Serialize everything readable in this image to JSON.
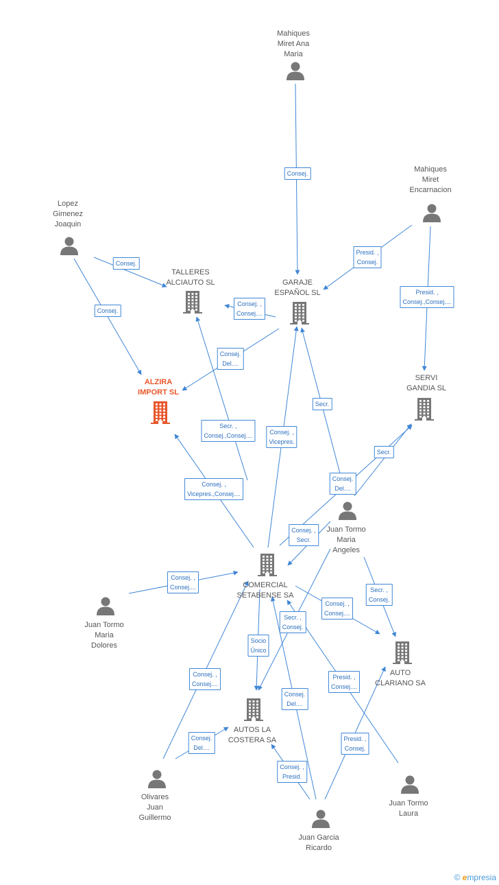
{
  "colors": {
    "edge": "#3f86d6",
    "person": "#777777",
    "company": "#777777",
    "main": "#e8562a",
    "label_text": "#555555",
    "edge_text": "#2c6fbf"
  },
  "nodes": [
    {
      "id": "mahiques_ana",
      "type": "person",
      "label": "Mahiques\nMiret Ana\nMaria"
    },
    {
      "id": "mahiques_enc",
      "type": "person",
      "label": "Mahiques\nMiret\nEncarnacion"
    },
    {
      "id": "lopez",
      "type": "person",
      "label": "Lopez\nGimenez\nJoaquin"
    },
    {
      "id": "talleres",
      "type": "company",
      "label": "TALLERES\nALCIAUTO SL"
    },
    {
      "id": "garaje",
      "type": "company",
      "label": "GARAJE\nESPAÑOL SL"
    },
    {
      "id": "alzira",
      "type": "main",
      "label": "ALZIRA\nIMPORT SL"
    },
    {
      "id": "servi",
      "type": "company",
      "label": "SERVI\nGANDIA SL"
    },
    {
      "id": "tormo_angeles",
      "type": "person",
      "label": "Juan Tormo\nMaria\nAngeles"
    },
    {
      "id": "comercial",
      "type": "company",
      "label": "COMERCIAL\nSETABENSE SA"
    },
    {
      "id": "tormo_dolores",
      "type": "person",
      "label": "Juan Tormo\nMaria\nDolores"
    },
    {
      "id": "auto_clariano",
      "type": "company",
      "label": "AUTO\nCLARIANO SA"
    },
    {
      "id": "autos_costera",
      "type": "company",
      "label": "AUTOS LA\nCOSTERA SA"
    },
    {
      "id": "olivares",
      "type": "person",
      "label": "Olivares\nJuan\nGuillermo"
    },
    {
      "id": "tormo_laura",
      "type": "person",
      "label": "Juan Tormo\nLaura"
    },
    {
      "id": "garcia",
      "type": "person",
      "label": "Juan Garcia\nRicardo"
    }
  ],
  "edges": [
    {
      "from": "mahiques_ana",
      "to": "garaje",
      "label": "Consej."
    },
    {
      "from": "mahiques_enc",
      "to": "garaje",
      "label": "Presid. ,\nConsej."
    },
    {
      "from": "mahiques_enc",
      "to": "servi",
      "label": "Presid. ,\nConsej.,Consej...."
    },
    {
      "from": "lopez",
      "to": "talleres",
      "label": "Consej."
    },
    {
      "from": "lopez",
      "to": "alzira",
      "label": "Consej."
    },
    {
      "from": "garaje",
      "to": "talleres",
      "label": "Consej. ,\nConsej...."
    },
    {
      "from": "garaje",
      "to": "alzira",
      "label": "Consej.\nDel...."
    },
    {
      "from": "comercial",
      "to": "talleres",
      "label": "Secr. ,\nConsej.,Consej...."
    },
    {
      "from": "comercial",
      "to": "garaje",
      "label": "Consej. ,\nVicepres."
    },
    {
      "from": "tormo_angeles",
      "to": "garaje",
      "label": "Secr."
    },
    {
      "from": "tormo_angeles",
      "to": "servi",
      "label": "Consej.\nDel...."
    },
    {
      "from": "comercial",
      "to": "servi",
      "label": "Secr."
    },
    {
      "from": "comercial",
      "to": "alzira",
      "label": "Consej. ,\nVicepres.,Consej...."
    },
    {
      "from": "tormo_angeles",
      "to": "comercial",
      "label": "Consej. ,\nSecr."
    },
    {
      "from": "tormo_dolores",
      "to": "comercial",
      "label": "Consej. ,\nConsej...."
    },
    {
      "from": "tormo_angeles",
      "to": "auto_clariano",
      "label": "Secr. ,\nConsej."
    },
    {
      "from": "comercial",
      "to": "auto_clariano",
      "label": "Consej. ,\nConsej...."
    },
    {
      "from": "tormo_angeles",
      "to": "autos_costera",
      "label": "Secr. ,\nConsej."
    },
    {
      "from": "comercial",
      "to": "autos_costera",
      "label": "Socio\nÚnico"
    },
    {
      "from": "olivares",
      "to": "comercial",
      "label": "Consej. ,\nConsej...."
    },
    {
      "from": "olivares",
      "to": "autos_costera",
      "label": "Consej.\nDel...."
    },
    {
      "from": "tormo_laura",
      "to": "comercial",
      "label": "Presid. ,\nConsej...."
    },
    {
      "from": "garcia",
      "to": "comercial",
      "label": "Consej.\nDel...."
    },
    {
      "from": "garcia",
      "to": "autos_costera",
      "label": "Consej. ,\nPresid."
    },
    {
      "from": "garcia",
      "to": "auto_clariano",
      "label": "Presid. ,\nConsej."
    }
  ],
  "watermark": {
    "symbol": "©",
    "brand_initial": "e",
    "brand_rest": "mpresia"
  }
}
